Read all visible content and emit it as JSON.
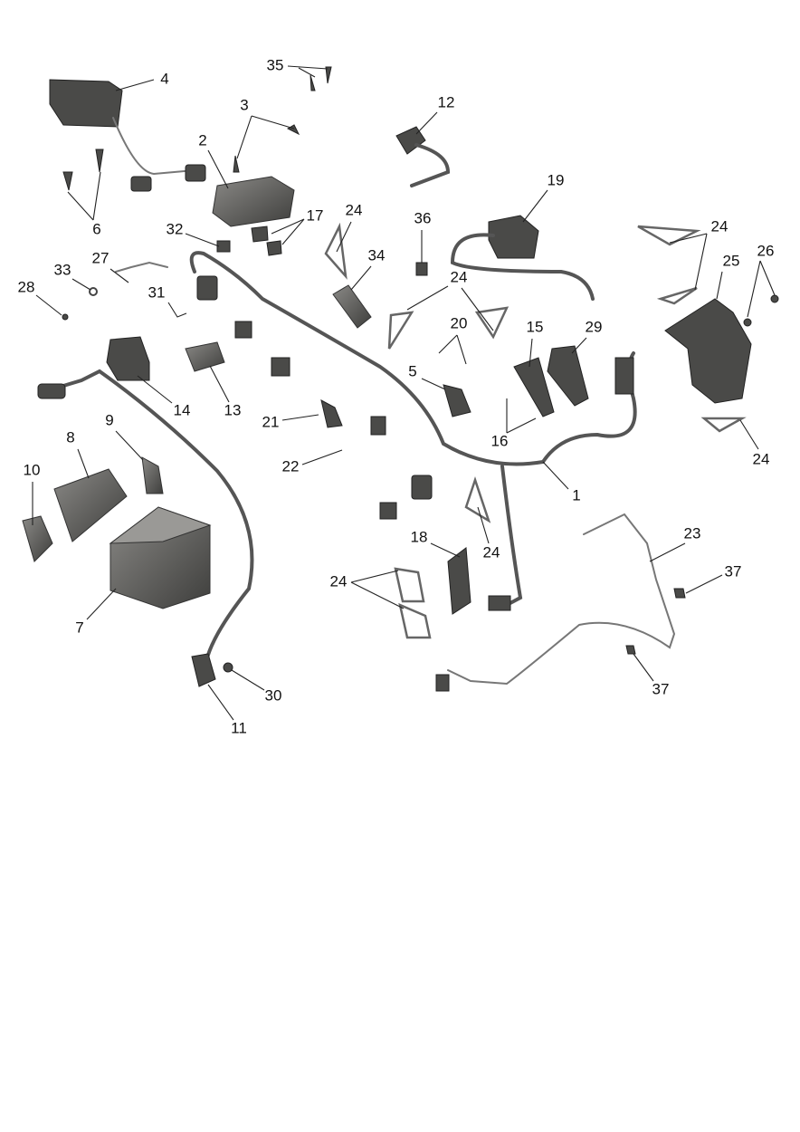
{
  "diagram": {
    "callouts": [
      "35",
      "4",
      "3",
      "12",
      "2",
      "6",
      "19",
      "17",
      "24",
      "32",
      "36",
      "24",
      "34",
      "26",
      "25",
      "27",
      "33",
      "24",
      "28",
      "31",
      "20",
      "15",
      "29",
      "5",
      "14",
      "13",
      "21",
      "16",
      "8",
      "9",
      "24",
      "22",
      "10",
      "1",
      "18",
      "23",
      "24",
      "37",
      "24",
      "7",
      "30",
      "37",
      "11"
    ]
  }
}
